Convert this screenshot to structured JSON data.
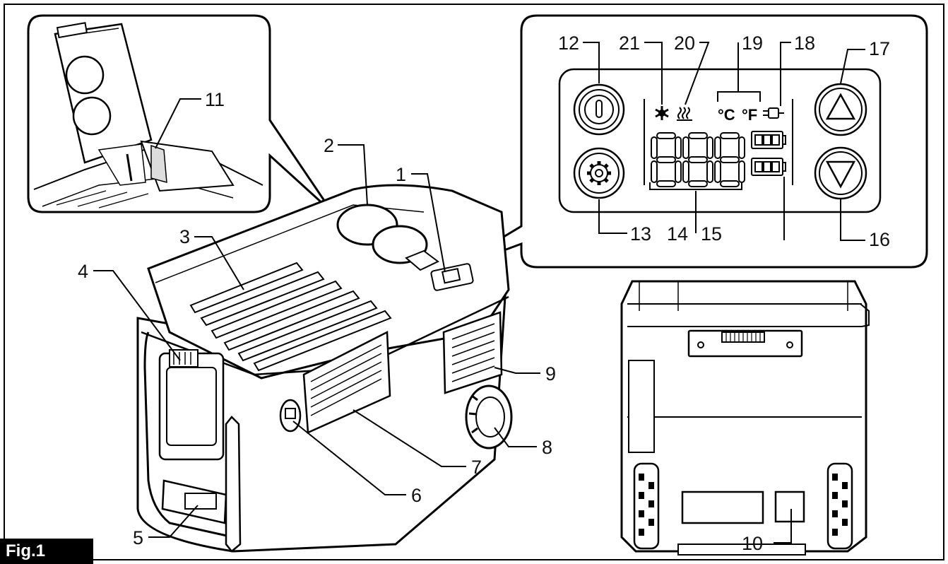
{
  "figure_label": "Fig.1",
  "callouts": {
    "c1": "1",
    "c2": "2",
    "c3": "3",
    "c4": "4",
    "c5": "5",
    "c6": "6",
    "c7": "7",
    "c8": "8",
    "c9": "9",
    "c10": "10",
    "c11": "11",
    "c12": "12",
    "c13": "13",
    "c14": "14",
    "c15": "15",
    "c16": "16",
    "c17": "17",
    "c18": "18",
    "c19": "19",
    "c20": "20",
    "c21": "21"
  },
  "panel": {
    "celsius": "°C",
    "fahrenheit": "°F"
  }
}
